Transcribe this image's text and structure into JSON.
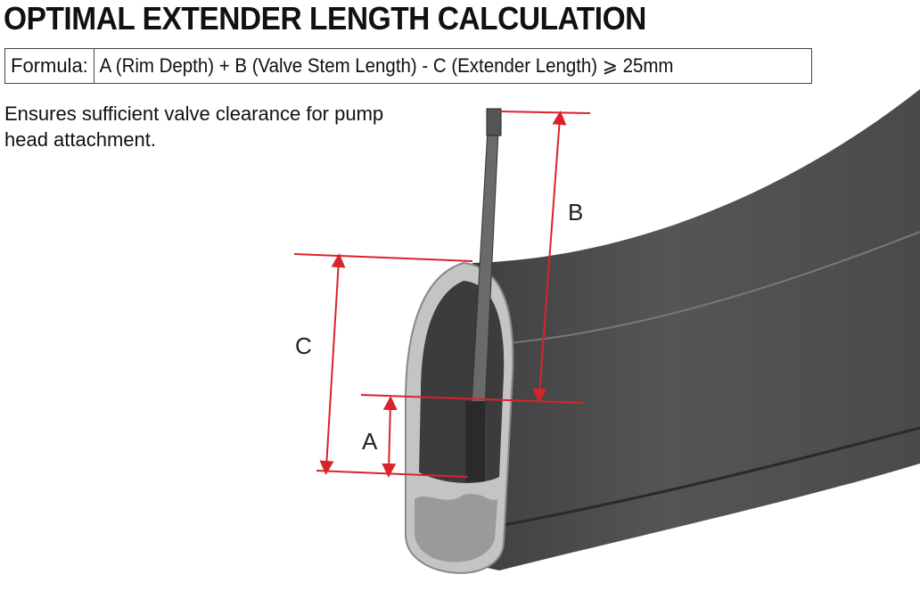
{
  "title": "OPTIMAL EXTENDER LENGTH CALCULATION",
  "formula": {
    "label": "Formula:",
    "expression": "A (Rim Depth) + B (Valve Stem Length) - C (Extender Length) ⩾ 25mm"
  },
  "description": "Ensures sufficient valve clearance for pump head attachment.",
  "diagram": {
    "labels": {
      "a": "A",
      "b": "B",
      "c": "C"
    },
    "colors": {
      "dimension": "#d9232b",
      "rim": "#4a4a4a",
      "rim_section": "#b8b8b8"
    }
  }
}
